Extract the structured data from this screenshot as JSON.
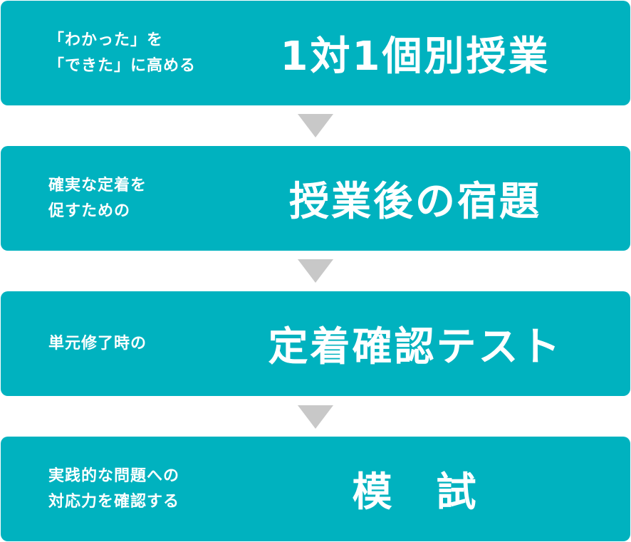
{
  "colors": {
    "box_background": "#00b2bf",
    "text": "#ffffff",
    "arrow": "#c8c8c8"
  },
  "steps": [
    {
      "subtitle_lines": [
        "「わかった」を",
        "「できた」に高める"
      ],
      "title": "1対1個別授業"
    },
    {
      "subtitle_lines": [
        "確実な定着を",
        "促すための"
      ],
      "title": "授業後の宿題"
    },
    {
      "subtitle_lines": [
        "単元修了時の"
      ],
      "title": "定着確認テスト"
    },
    {
      "subtitle_lines": [
        "実践的な問題への",
        "対応力を確認する"
      ],
      "title": "模　試"
    }
  ],
  "arrows": [
    {
      "icon": "down-triangle-icon"
    },
    {
      "icon": "down-triangle-icon"
    },
    {
      "icon": "down-triangle-icon"
    }
  ]
}
